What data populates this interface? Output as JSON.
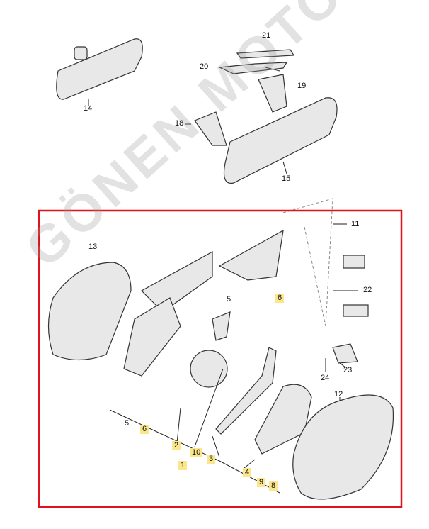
{
  "diagram": {
    "watermark": "GÖNEN MOTORS",
    "highlight_color": "#fbe68c",
    "frame_color": "#e0121b",
    "callouts_plain": [
      "21",
      "20",
      "19",
      "14",
      "18",
      "15",
      "13",
      "11",
      "22",
      "5",
      "23",
      "24",
      "12"
    ],
    "callouts_highlighted": [
      "6",
      "6",
      "2",
      "10",
      "1",
      "3",
      "4",
      "9",
      "8"
    ],
    "callout_5_bottom": "5"
  }
}
